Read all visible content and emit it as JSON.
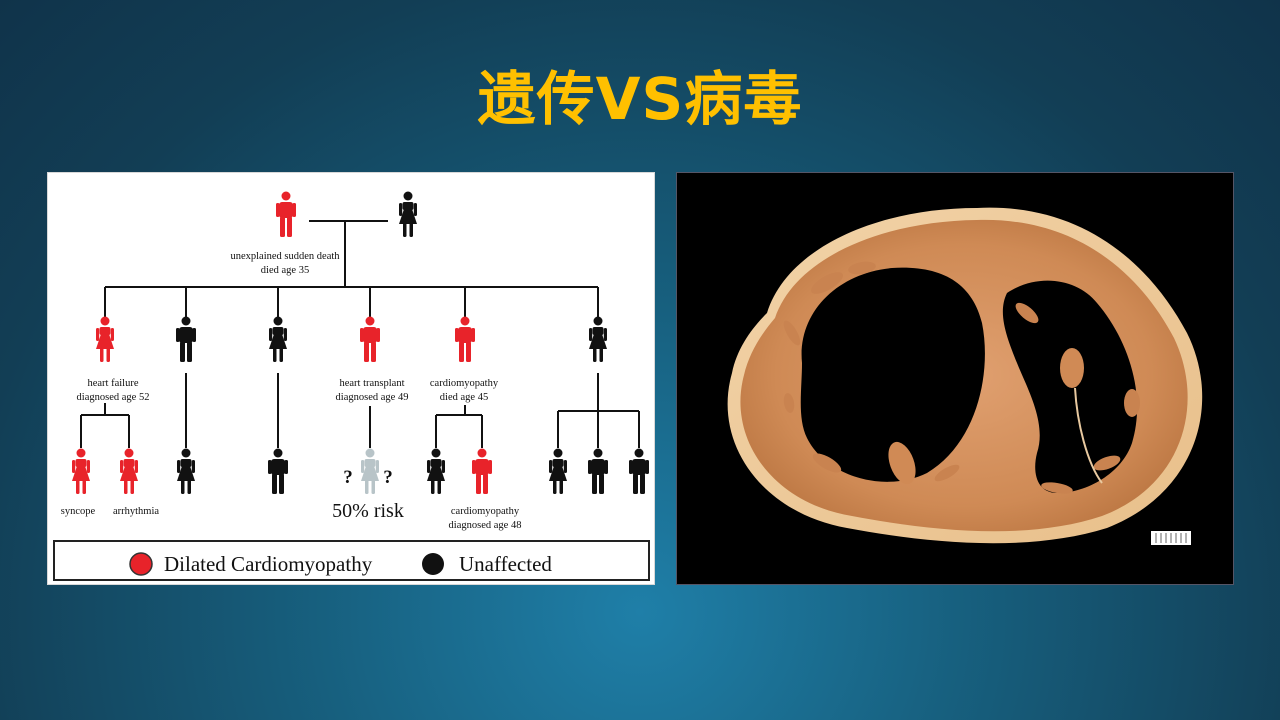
{
  "slide": {
    "title": "遗传VS病毒"
  },
  "pedigree": {
    "colors": {
      "affected": "#e8232a",
      "unaffected": "#111111",
      "unknown": "#b8c4c8"
    },
    "labels": {
      "founder_line1": "unexplained sudden death",
      "founder_line2": "died age 35",
      "child1_line1": "heart failure",
      "child1_line2": "diagnosed age 52",
      "child4_line1": "heart transplant",
      "child4_line2": "diagnosed age 49",
      "child5_line1": "cardiomyopathy",
      "child5_line2": "died age 45",
      "gc1": "syncope",
      "gc2": "arrhythmia",
      "gc_risk": "50% risk",
      "gc_q": "?",
      "gc7_line1": "cardiomyopathy",
      "gc7_line2": "diagnosed age 48"
    },
    "legend": {
      "affected_label": "Dilated Cardiomyopathy",
      "unaffected_label": "Unaffected"
    }
  },
  "specimen": {
    "description_icon": "heart-cross-section-image",
    "scale_bar_icon": "scale-bar-icon"
  }
}
